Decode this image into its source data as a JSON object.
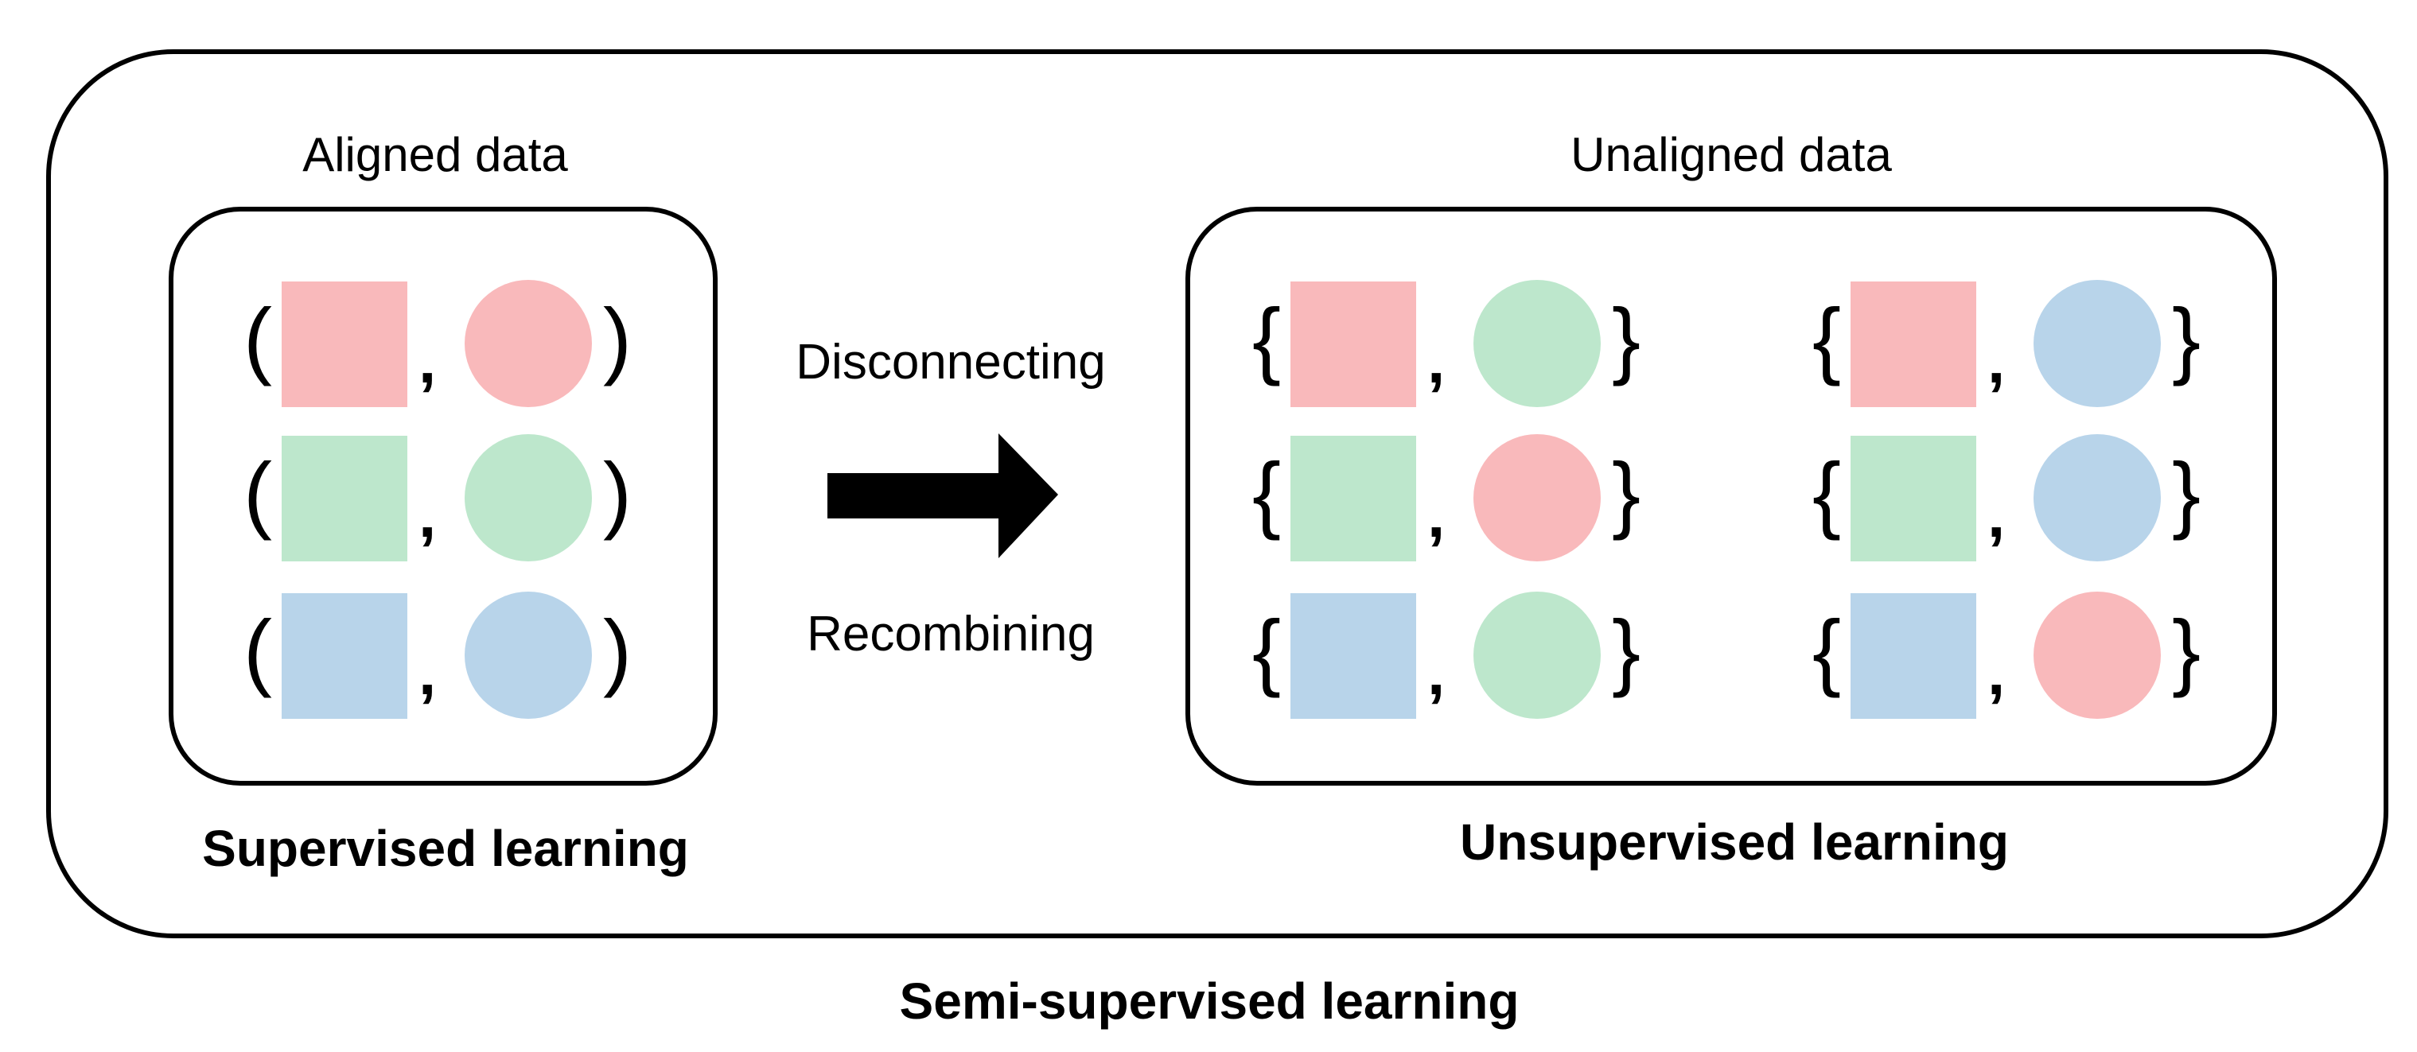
{
  "colors": {
    "pink": "#f9b9bb",
    "green": "#bde7cc",
    "blue": "#b8d4ea",
    "arrow": "#000000"
  },
  "left_panel": {
    "title": "Aligned data",
    "caption": "Supervised learning",
    "pairs": [
      {
        "open": "(",
        "square": "pink",
        "sep": ",",
        "circle": "pink",
        "close": ")"
      },
      {
        "open": "(",
        "square": "green",
        "sep": ",",
        "circle": "green",
        "close": ")"
      },
      {
        "open": "(",
        "square": "blue",
        "sep": ",",
        "circle": "blue",
        "close": ")"
      }
    ]
  },
  "arrow": {
    "top_label": "Disconnecting",
    "bottom_label": "Recombining",
    "icon": "right-arrow-icon"
  },
  "right_panel": {
    "title": "Unaligned data",
    "caption": "Unsupervised learning",
    "columns": [
      [
        {
          "open": "{",
          "square": "pink",
          "sep": ",",
          "circle": "green",
          "close": "}"
        },
        {
          "open": "{",
          "square": "green",
          "sep": ",",
          "circle": "pink",
          "close": "}"
        },
        {
          "open": "{",
          "square": "blue",
          "sep": ",",
          "circle": "green",
          "close": "}"
        }
      ],
      [
        {
          "open": "{",
          "square": "pink",
          "sep": ",",
          "circle": "blue",
          "close": "}"
        },
        {
          "open": "{",
          "square": "green",
          "sep": ",",
          "circle": "blue",
          "close": "}"
        },
        {
          "open": "{",
          "square": "blue",
          "sep": ",",
          "circle": "pink",
          "close": "}"
        }
      ]
    ]
  },
  "footer": {
    "caption": "Semi-supervised learning"
  }
}
